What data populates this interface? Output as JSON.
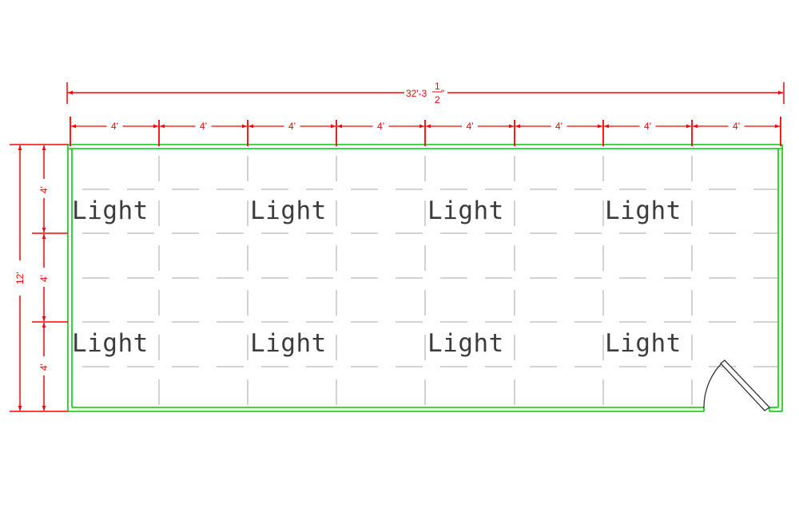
{
  "colors": {
    "dimension": "#ff0000",
    "wall": "#00cc00",
    "grid": "#d2d2d2",
    "label": "#3c3c3c",
    "door": "#333333",
    "background": "#ffffff"
  },
  "dimensions": {
    "overall_width": {
      "whole": "32'-3",
      "frac_num": "1",
      "frac_den": "2",
      "inch": "\""
    },
    "segments": [
      "4'",
      "4'",
      "4'",
      "4'",
      "4'",
      "4'",
      "4'",
      "4'"
    ],
    "overall_height": "12'",
    "height_segments": [
      "4'",
      "4'",
      "4'"
    ]
  },
  "lights": {
    "row1": [
      "Light",
      "Light",
      "Light",
      "Light"
    ],
    "row2": [
      "Light",
      "Light",
      "Light",
      "Light"
    ]
  }
}
